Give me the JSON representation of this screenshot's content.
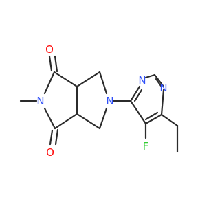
{
  "colors": {
    "background": "#ffffff",
    "bond": "#2b2b2b",
    "oxygen": "#ff0d0d",
    "nitrogen": "#3050f8",
    "fluorine": "#33cc33"
  },
  "atoms": {
    "o_top": "O",
    "o_bottom": "O",
    "n_imide": "N",
    "n_pyrrolidine": "N",
    "n_ring_top": "N",
    "n_ring_right": "N",
    "fluorine": "F"
  }
}
